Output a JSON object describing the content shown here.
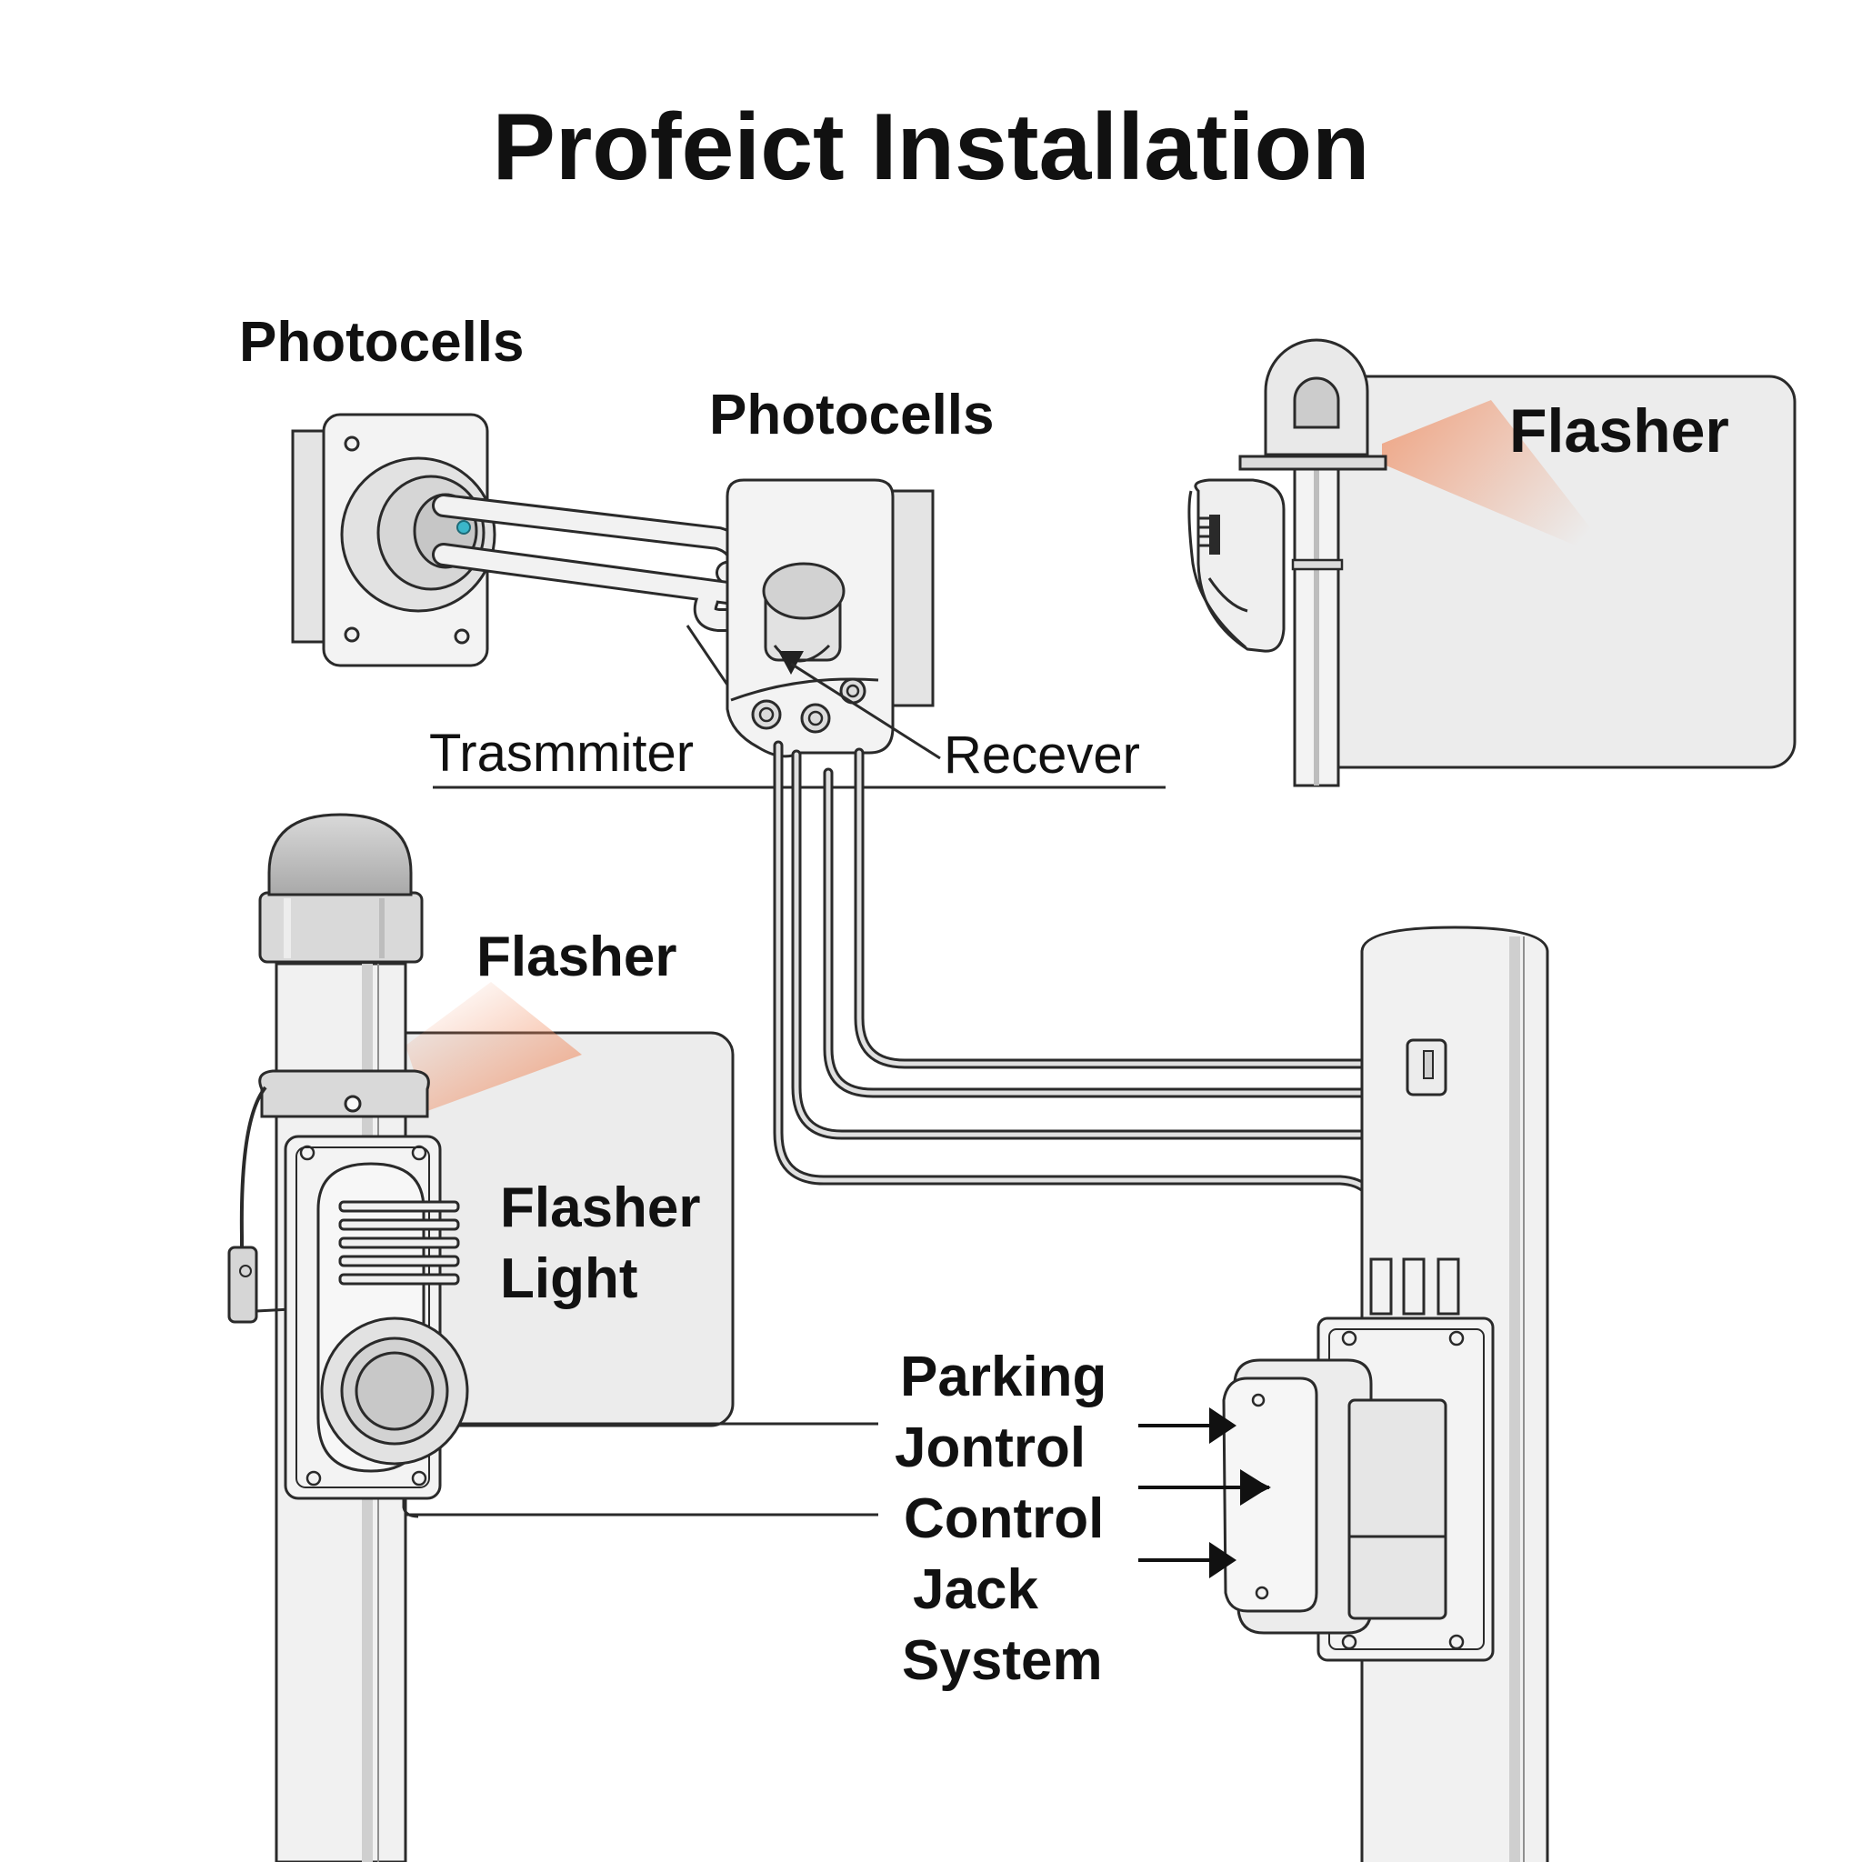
{
  "title": "Profeict Installation",
  "labels": {
    "photocells_left": "Photocells",
    "photocells_center": "Photocells",
    "flasher_top_right": "Flasher",
    "transmitter": "Trasmmiter",
    "receiver": "Recever",
    "flasher_mid_left": "Flasher",
    "flasher_light": [
      "Flasher",
      "Light"
    ],
    "control_system": [
      "Parking",
      "Jontrol",
      "Control",
      "Jack",
      "System"
    ]
  },
  "colors": {
    "line": "#2a2a2a",
    "panel": "#ececec",
    "pole": "#f1f1f1",
    "pole_shade": "#cfcfcf",
    "beam": "#f08a5d",
    "indicator": "#3bb6c9"
  }
}
